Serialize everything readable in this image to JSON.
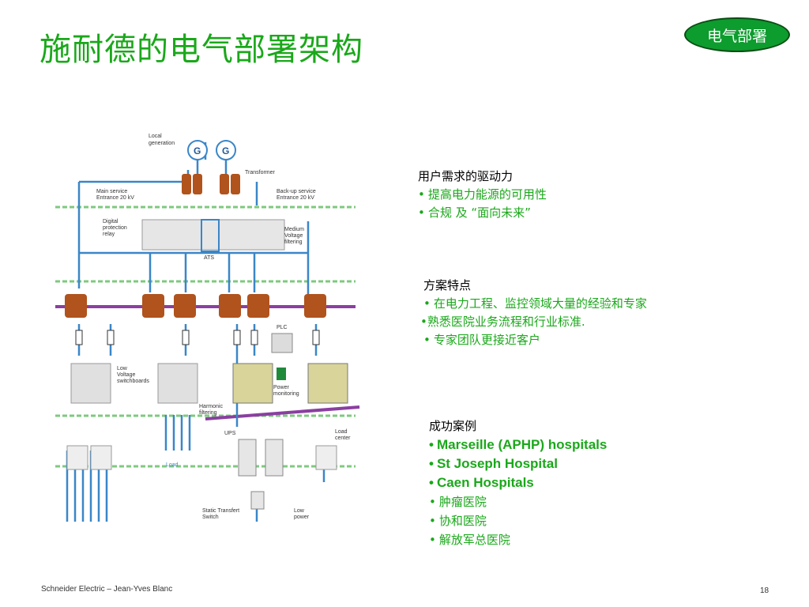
{
  "slide": {
    "title": "施耐德的电气部署架构",
    "tag": "电气部署",
    "footer": "Schneider Electric – Jean-Yves Blanc",
    "page_number": "18"
  },
  "diagram": {
    "labels": {
      "local_generation": [
        "Local",
        "generation"
      ],
      "transformer": "Transformer",
      "main_service": [
        "Main service",
        "Entrance 20 kV"
      ],
      "backup_service": [
        "Back-up service",
        "Entrance 20 kV"
      ],
      "digital_relay": [
        "Digital",
        "protection",
        "relay"
      ],
      "medium_voltage": [
        "Medium",
        "Voltage",
        "filtering"
      ],
      "ats": "ATS",
      "plc": "PLC",
      "low_voltage": [
        "Low",
        "Voltage",
        "switchboards"
      ],
      "power_monitoring": [
        "Power",
        "monitoring"
      ],
      "harmonic": [
        "Harmonic",
        "filtering"
      ],
      "ups": "UPS",
      "load_center": [
        "Load",
        "center"
      ],
      "load": "Load",
      "sts": [
        "Static Transfert",
        "Switch"
      ],
      "low_power": [
        "Low",
        "power"
      ],
      "generator_symbol": "G"
    }
  },
  "sections": [
    {
      "heading": "用户需求的驱动力",
      "items": [
        "提高电力能源的可用性",
        "合规 及 “面向未来”"
      ]
    },
    {
      "heading": "方案特点",
      "items": [
        "在电力工程、监控领域大量的经验和专家",
        "熟悉医院业务流程和行业标准.",
        "专家团队更接近客户"
      ]
    },
    {
      "heading": "成功案例",
      "items": [
        "Marseille (APHP) hospitals",
        "St Joseph Hospital",
        "Caen Hospitals",
        "肿瘤医院",
        "协和医院",
        "解放军总医院"
      ]
    }
  ],
  "colors": {
    "title_green": "#1aa81a",
    "tag_fill": "#0d9c2e",
    "wire_blue": "#3a86c8",
    "bus_purple": "#8a3fa0",
    "grid_green": "#7fc97f",
    "transformer_brown": "#b0531d"
  }
}
